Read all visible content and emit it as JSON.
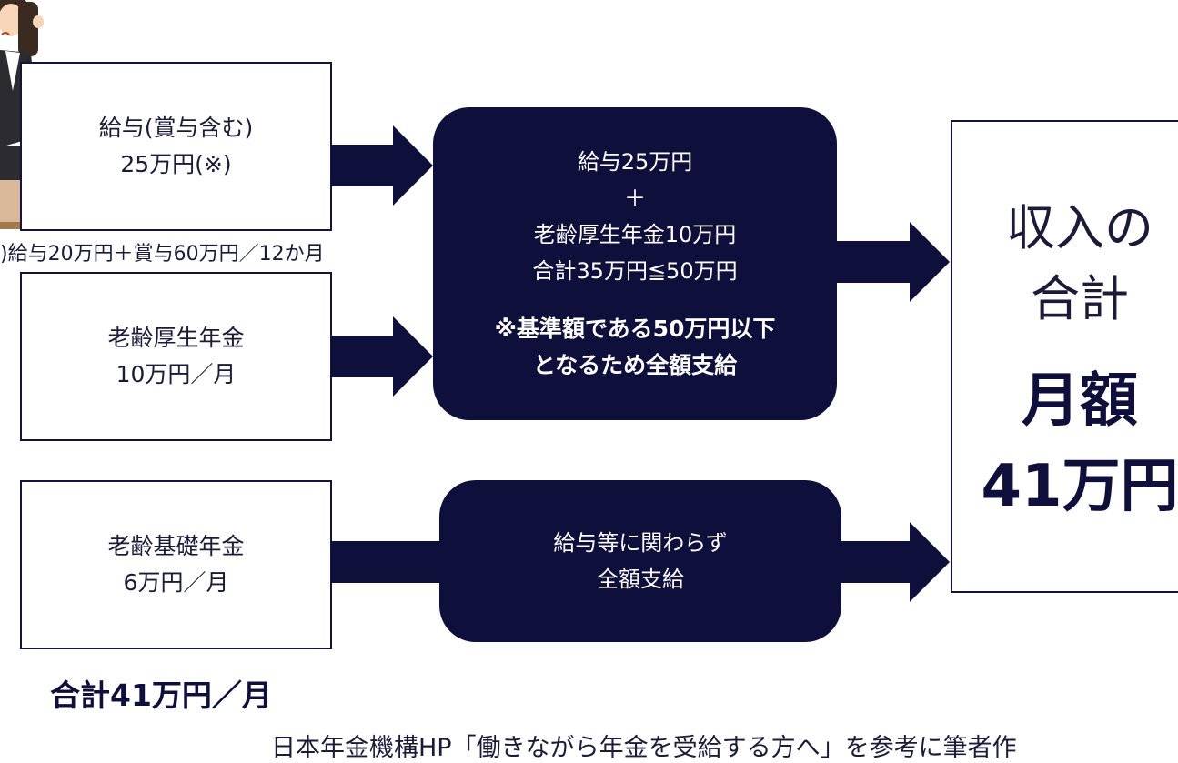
{
  "salary_box": {
    "line1": "給与(賞与含む)",
    "line2": "25万円(※)"
  },
  "salary_note": ")給与20万円＋賞与60万円／12か月",
  "pension_box": {
    "line1": "老齢厚生年金",
    "line2": "10万円／月"
  },
  "basic_box": {
    "line1": "老齢基礎年金",
    "line2": "6万円／月"
  },
  "calc_box": {
    "line1": "給与25万円",
    "line2": "＋",
    "line3": "老齢厚生年金10万円",
    "line4": "合計35万円≦50万円",
    "bold1": "※基準額である50万円以下",
    "bold2": "となるため全額支給"
  },
  "basic_calc_box": {
    "line1": "給与等に関わらず",
    "line2": "全額支給"
  },
  "result_box": {
    "line1": "収入の",
    "line2": "合計",
    "line3": "月額",
    "line4": "41万円"
  },
  "total_label": "合計41万円／月",
  "source_text": "日本年金機構HP「働きながら年金を受給する方へ」を参考に筆者作",
  "colors": {
    "navy": "#0f0f3c",
    "border": "#14143c",
    "text": "#1b1b38",
    "background": "#ffffff"
  },
  "illustration": "businesswoman-illustration"
}
